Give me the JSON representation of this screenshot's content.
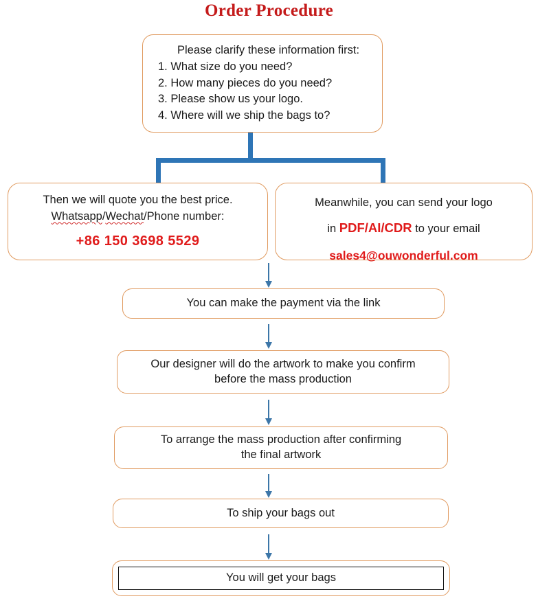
{
  "title": "Order Procedure",
  "colors": {
    "title_red": "#C41A1A",
    "accent_red": "#E01B1B",
    "box_border_orange": "#E09A5F",
    "connector_blue": "#2E75B6",
    "selection_black": "#101010"
  },
  "boxes": {
    "clarify": {
      "heading": "Please clarify these information first:",
      "items": [
        "1. What size do you need?",
        "2. How many pieces do you need?",
        "3. Please show us your logo.",
        "4. Where will we ship the bags to?"
      ]
    },
    "quote": {
      "line1": "Then we will quote you the best price.",
      "line2_part1": "Whatsapp",
      "line2_sep1": "/",
      "line2_part2": "Wechat",
      "line2_rest": "/Phone number:",
      "phone": "+86 150 3698 5529"
    },
    "logo": {
      "line1": "Meanwhile, you can send your logo",
      "line2_prefix": "in ",
      "line2_formats": "PDF/AI/CDR",
      "line2_suffix": " to your email",
      "email": "sales4@ouwonderful.com"
    },
    "payment": {
      "text": "You can make the payment via the link"
    },
    "designer": {
      "line1": "Our designer will do the artwork to make you confirm",
      "line2": "before the mass production"
    },
    "massprod": {
      "line1": "To arrange the mass production after confirming",
      "line2": "the final artwork"
    },
    "ship": {
      "text": "To ship your bags out"
    },
    "final": {
      "text": "You will get your bags"
    }
  }
}
